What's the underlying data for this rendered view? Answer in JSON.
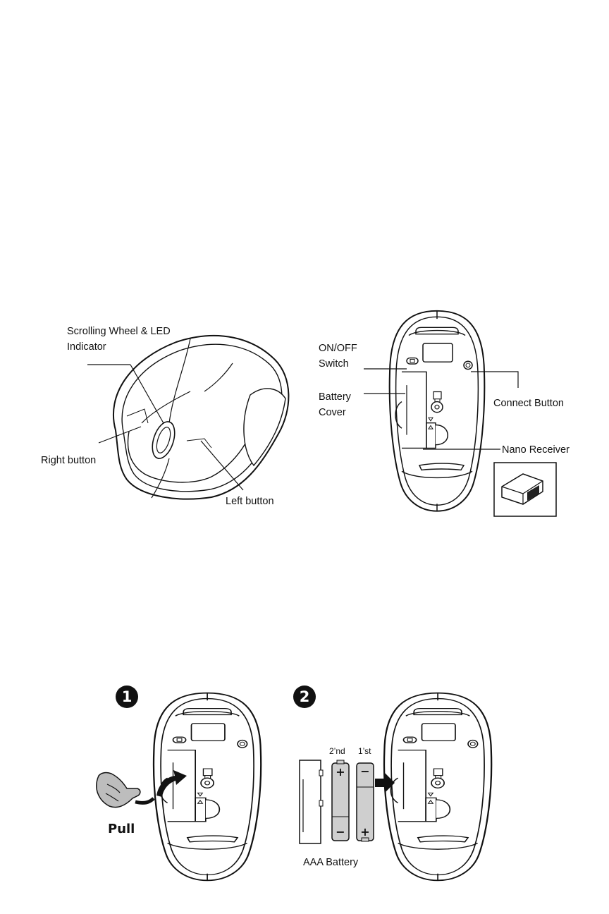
{
  "top_mouse": {
    "scroll_label_line1": "Scrolling Wheel & LED",
    "scroll_label_line2": "Indicator",
    "right_button": "Right button",
    "left_button": "Left button"
  },
  "bottom_mouse": {
    "onoff_line1": "ON/OFF",
    "onoff_line2": "Switch",
    "battery_line1": "Battery",
    "battery_line2": "Cover",
    "connect_button": "Connect Button",
    "nano_receiver": "Nano Receiver"
  },
  "steps": {
    "step1_number": "1",
    "step2_number": "2",
    "pull": "Pull",
    "second_battery": "2’nd",
    "first_battery": "1’st",
    "battery_type": "AAA Battery"
  }
}
